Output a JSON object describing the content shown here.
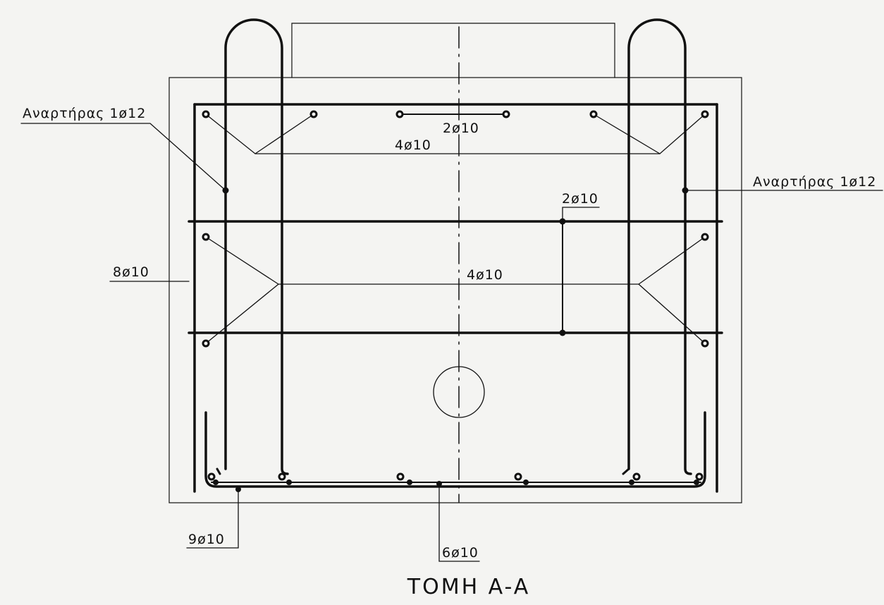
{
  "title": "TOMH A-A",
  "labels": {
    "hanger_left": "Αναρτήρας 1ø12",
    "hanger_right": "Αναρτήρας 1ø12",
    "top_pair": "2ø10",
    "top_group": "4ø10",
    "mid_pair": "2ø10",
    "side_bars": "8ø10",
    "mid_group": "4ø10",
    "bottom_left": "9ø10",
    "bottom_center": "6ø10"
  },
  "colors": {
    "ink": "#111111",
    "paper": "#f4f4f2"
  }
}
